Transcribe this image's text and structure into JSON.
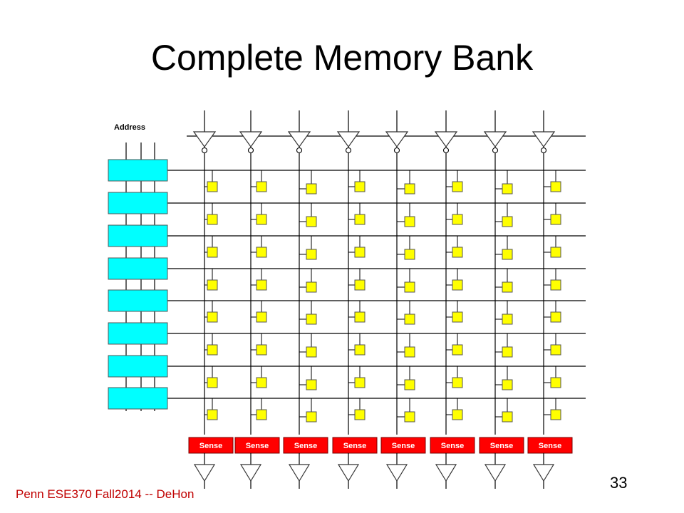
{
  "slide": {
    "title": "Complete Memory Bank",
    "footer": "Penn ESE370 Fall2014 -- DeHon",
    "page_number": "33"
  },
  "diagram": {
    "address_label": "Address",
    "sense_label": "Sense",
    "columns": 8,
    "rows": 8,
    "address_lines": 3,
    "colors": {
      "decoder_fill": "#00ffff",
      "cell_fill": "#ffff00",
      "sense_fill": "#ff0000",
      "sense_text": "#ffffff",
      "wire": "#000000",
      "buffer_stroke": "#333333"
    }
  }
}
